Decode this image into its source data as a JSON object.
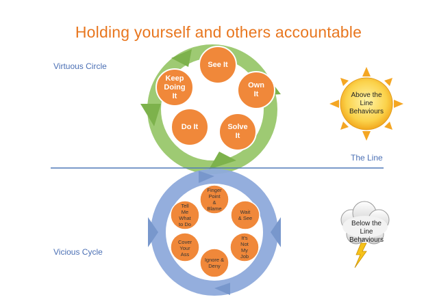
{
  "title": "Holding yourself and others accountable",
  "labels": {
    "virtuous": "Virtuous Circle",
    "vicious": "Vicious Cycle",
    "line": "The Line"
  },
  "virtuous_nodes": [
    "See It",
    "Own\nIt",
    "Solve\nIt",
    "Do It",
    "Keep\nDoing\nIt"
  ],
  "vicious_nodes": [
    "Finger\nPoint\n&\nBlame",
    "Wait\n& See",
    "It's\nNot\nMy\nJob",
    "Ignore &\nDeny",
    "Cover\nYour\nAss",
    "Tell\nMe\nWhat\nto Do"
  ],
  "badges": {
    "above": "Above the\nLine\nBehaviours",
    "below": "Below the\nLine\nBehaviours"
  },
  "colors": {
    "title": "#e8761e",
    "label_blue": "#4a6fb4",
    "node_fill": "#f0883a",
    "virtuous_arrow": "#94c464",
    "vicious_arrow": "#8eaadb",
    "line": "#4f79b8",
    "sun": "#f6b72a",
    "cloud": "#d7d7d7",
    "bolt": "#f6c21b"
  }
}
